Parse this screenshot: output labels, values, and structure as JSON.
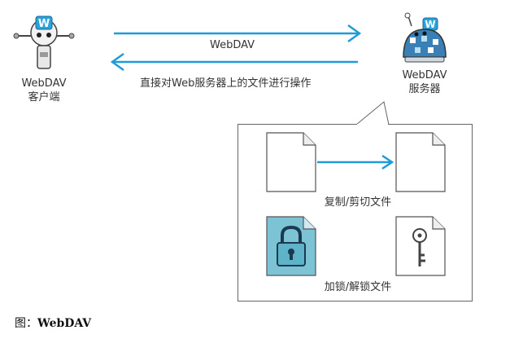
{
  "diagram": {
    "client": {
      "name": "WebDAV",
      "role": "客户端"
    },
    "server": {
      "name": "WebDAV",
      "role": "服务器"
    },
    "request_arrow_label": "WebDAV",
    "response_arrow_label": "直接对Web服务器上的文件进行操作",
    "operations": [
      {
        "label": "复制/剪切文件"
      },
      {
        "label": "加锁/解锁文件"
      }
    ],
    "colors": {
      "arrow": "#1f9bd7",
      "lock": "#5fb3c9",
      "outline": "#555555"
    }
  },
  "caption": {
    "prefix": "图：",
    "title": "WebDAV"
  }
}
